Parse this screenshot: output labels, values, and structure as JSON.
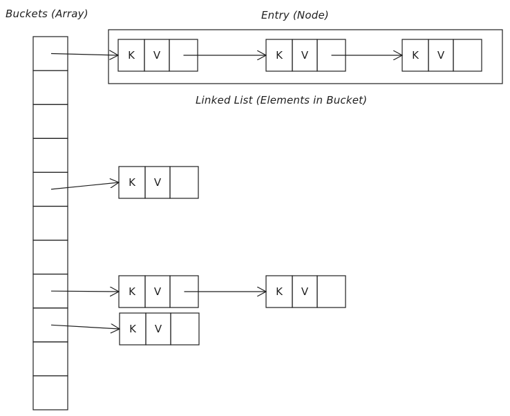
{
  "labels": {
    "buckets": "Buckets (Array)",
    "entry": "Entry (Node)",
    "linked_list": "Linked List (Elements in Bucket)"
  },
  "node": {
    "key_label": "K",
    "value_label": "V"
  },
  "bucket_count": 11,
  "chains": [
    {
      "bucket": 0,
      "nodes": 3
    },
    {
      "bucket": 4,
      "nodes": 1
    },
    {
      "bucket": 7,
      "nodes": 2
    },
    {
      "bucket": 8,
      "nodes": 1
    }
  ],
  "colors": {
    "stroke": "#1e1e1e",
    "background": "#ffffff"
  }
}
